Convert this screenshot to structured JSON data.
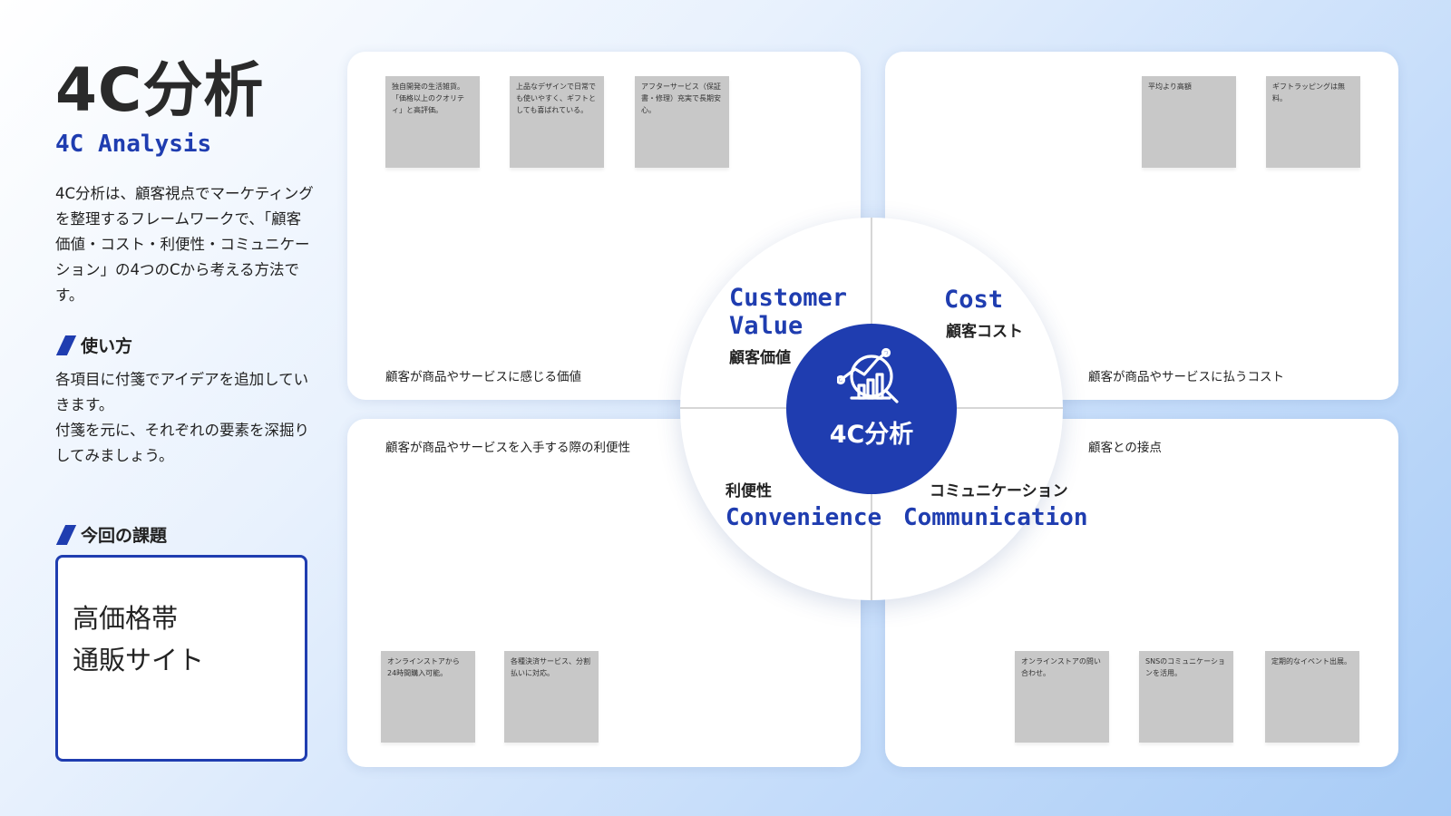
{
  "header": {
    "title": "4C分析",
    "subtitle": "4C Analysis",
    "description": "4C分析は、顧客視点でマーケティングを整理するフレームワークで、「顧客価値・コスト・利便性・コミュニケーション」の4つのCから考える方法です。"
  },
  "howto": {
    "heading": "使い方",
    "line1": "各項目に付箋でアイデアを追加していきます。",
    "line2": "付箋を元に、それぞれの要素を深掘りしてみましょう。"
  },
  "issue": {
    "heading": "今回の課題",
    "line1": "高価格帯",
    "line2": "通販サイト"
  },
  "center": {
    "label": "4C分析"
  },
  "quadrants": {
    "customer_value": {
      "en_line1": "Customer",
      "en_line2": "Value",
      "ja": "顧客価値",
      "description": "顧客が商品やサービスに感じる価値",
      "stickies": [
        "独自開発の生活雑貨。「価格以上のクオリティ」と高評価。",
        "上品なデザインで日常でも使いやすく、ギフトとしても喜ばれている。",
        "アフターサービス（保証書・修理）充実で長期安心。"
      ]
    },
    "cost": {
      "en": "Cost",
      "ja": "顧客コスト",
      "description": "顧客が商品やサービスに払うコスト",
      "stickies": [
        "平均より高額",
        "ギフトラッピングは無料。"
      ]
    },
    "convenience": {
      "en": "Convenience",
      "ja": "利便性",
      "description": "顧客が商品やサービスを入手する際の利便性",
      "stickies": [
        "オンラインストアから24時間購入可能。",
        "各種決済サービス、分割払いに対応。"
      ]
    },
    "communication": {
      "en": "Communication",
      "ja": "コミュニケーション",
      "description": "顧客との接点",
      "stickies": [
        "オンラインストアの問い合わせ。",
        "SNSのコミュニケーションを活用。",
        "定期的なイベント出展。"
      ]
    }
  },
  "colors": {
    "accent": "#1f3db0",
    "sticky": "#c8c8c8"
  },
  "icons": {
    "hub": "analytics-magnifier-icon",
    "section": "slash-marker-icon"
  }
}
